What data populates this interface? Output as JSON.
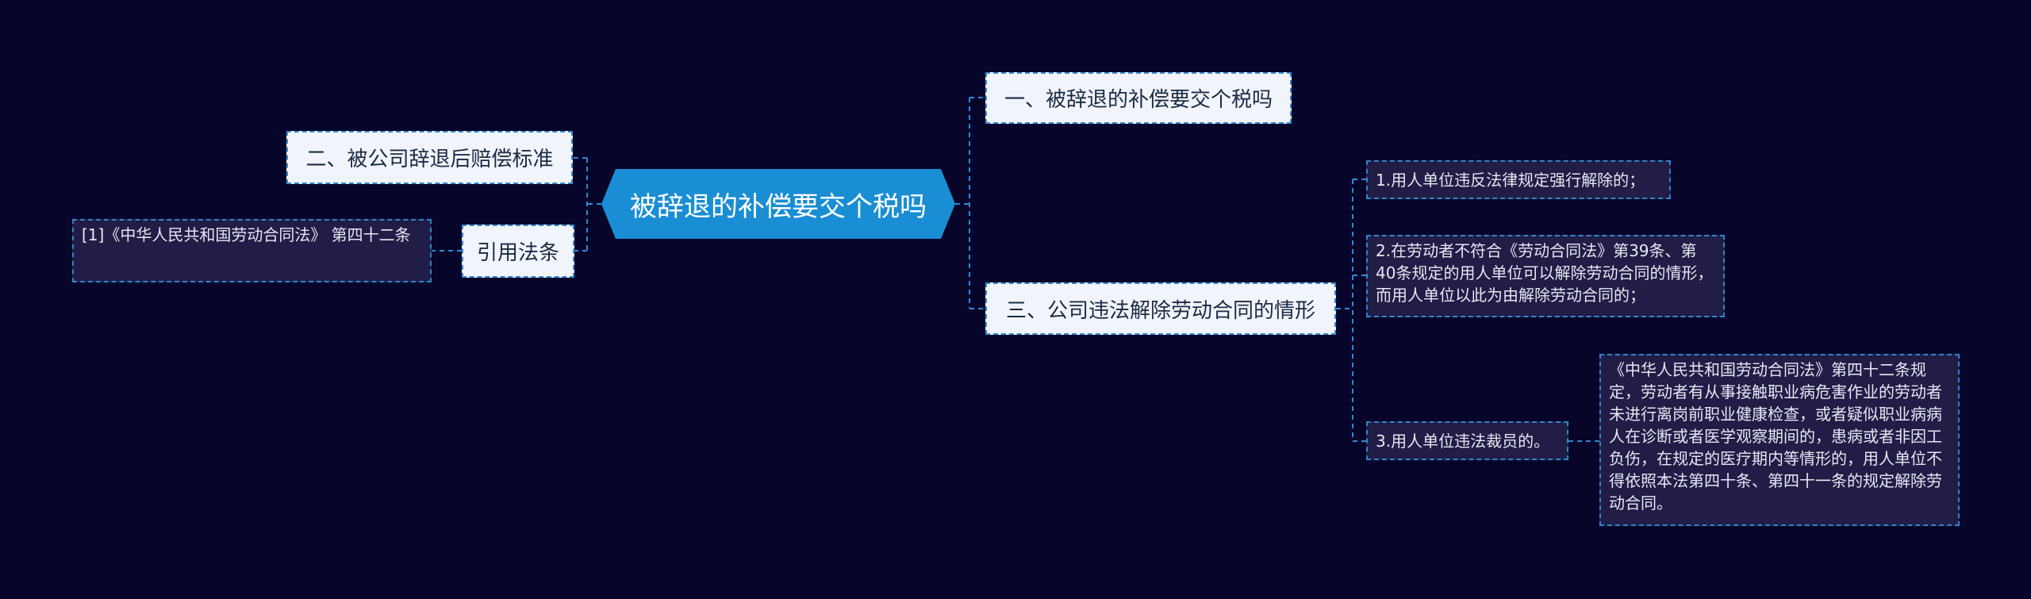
{
  "mindmap": {
    "root": {
      "text": "被辞退的补偿要交个税吗"
    },
    "right": [
      {
        "text": "一、被辞退的补偿要交个税吗"
      },
      {
        "text": "三、公司违法解除劳动合同的情形",
        "children": [
          {
            "text": "1.用人单位违反法律规定强行解除的；"
          },
          {
            "text": "2.在劳动者不符合《劳动合同法》第39条、第40条规定的用人单位可以解除劳动合同的情形，而用人单位以此为由解除劳动合同的；"
          },
          {
            "text": "3.用人单位违法裁员的。",
            "children": [
              {
                "text": "《中华人民共和国劳动合同法》第四十二条规定，劳动者有从事接触职业病危害作业的劳动者未进行离岗前职业健康检查，或者疑似职业病病人在诊断或者医学观察期间的，患病或者非因工负伤，在规定的医疗期内等情形的，用人单位不得依照本法第四十条、第四十一条的规定解除劳动合同。"
              }
            ]
          }
        ]
      }
    ],
    "left": [
      {
        "text": "二、被公司辞退后赔偿标准"
      },
      {
        "text": "引用法条",
        "children": [
          {
            "text": "[1]《中华人民共和国劳动合同法》 第四十二条"
          }
        ]
      }
    ]
  },
  "colors": {
    "background": "#08052b",
    "root_fill": "#1a8ed4",
    "branch_fill": "#f1f5fb",
    "leaf_fill": "#211d46",
    "connector": "#2f8ad0"
  }
}
